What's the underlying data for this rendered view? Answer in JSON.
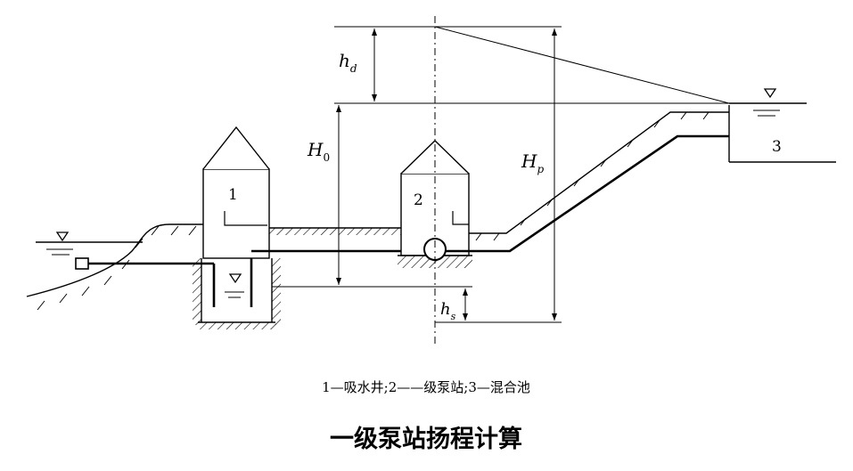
{
  "diagram": {
    "symbols": {
      "hd": {
        "main": "h",
        "sub": "d"
      },
      "H0": {
        "main": "H",
        "sub": "0"
      },
      "Hp": {
        "main": "H",
        "sub": "p"
      },
      "hs": {
        "main": "h",
        "sub": "s"
      }
    },
    "numbers": {
      "well": "1",
      "pump_station": "2",
      "mixing_tank": "3"
    },
    "water_level_icon": "triangle-water-level-icon"
  },
  "caption": "1—吸水井;2——级泵站;3—混合池",
  "title": "一级泵站扬程计算"
}
